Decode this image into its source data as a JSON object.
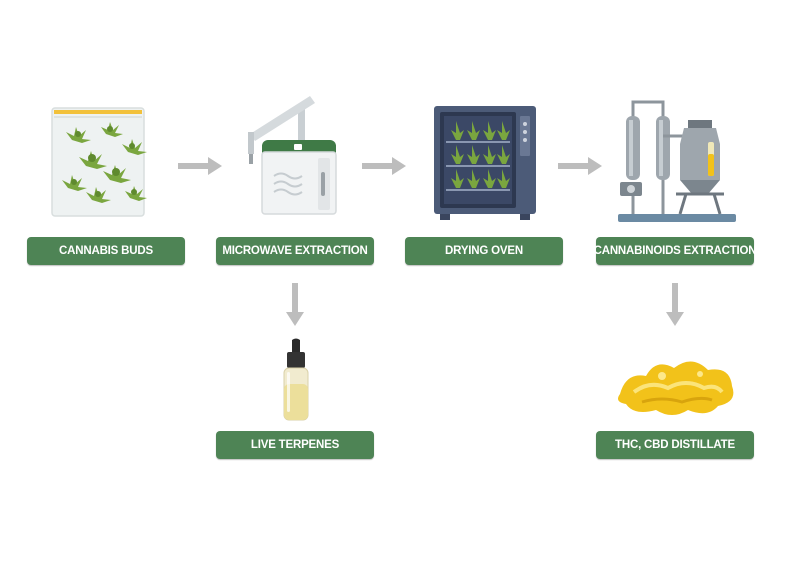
{
  "steps": {
    "buds": "CANNABIS BUDS",
    "microwave": "MICROWAVE EXTRACTION",
    "drying": "DRYING OVEN",
    "cannabinoids": "CANNABINOIDS EXTRACTION",
    "terpenes": "LIVE TERPENES",
    "distillate": "THC, CBD DISTILLATE"
  },
  "colors": {
    "label_bg": "#4e8455",
    "arrow": "#bdbdbd",
    "leaf": "#7aa63f",
    "oven_body": "#4c5b78",
    "distillate": "#f2c21a"
  }
}
